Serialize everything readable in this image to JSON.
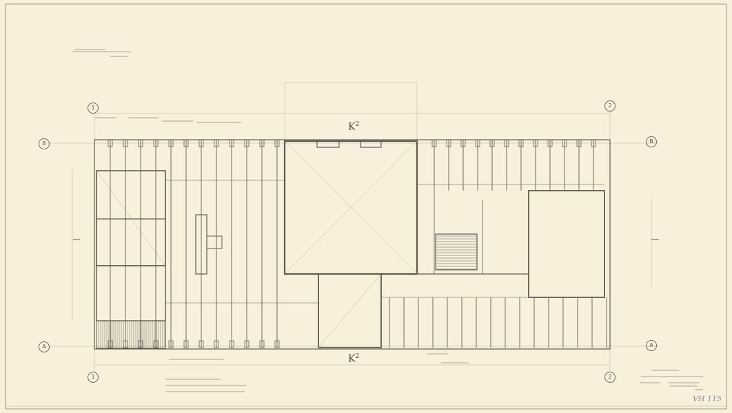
{
  "drawing": {
    "section_marks": {
      "top": "K",
      "bottom": "K",
      "index": "2"
    },
    "grid_axes": {
      "col_left": "1",
      "col_right": "2",
      "row_top": "B",
      "row_bottom": "A"
    },
    "sheet_stamp": "VH 115",
    "colors": {
      "paper": "#f8f0da",
      "line": "#5f5a50",
      "faint": "#b5ad98"
    }
  }
}
